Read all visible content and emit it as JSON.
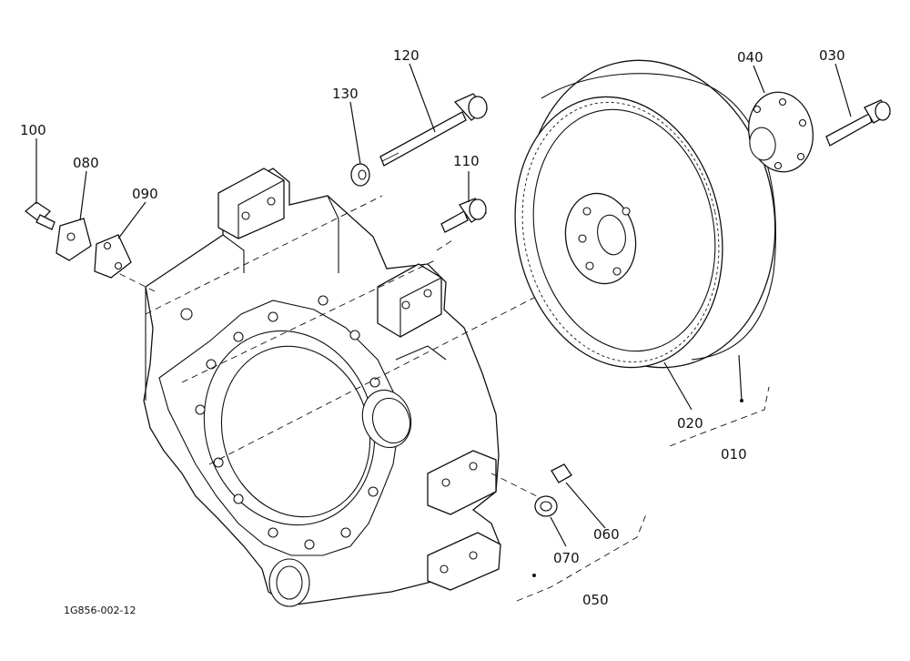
{
  "diagram": {
    "reference_code": "1G856-002-12",
    "parts": [
      {
        "id": "part-010",
        "number": "010"
      },
      {
        "id": "part-020",
        "number": "020"
      },
      {
        "id": "part-030",
        "number": "030"
      },
      {
        "id": "part-040",
        "number": "040"
      },
      {
        "id": "part-050",
        "number": "050"
      },
      {
        "id": "part-060",
        "number": "060"
      },
      {
        "id": "part-070",
        "number": "070"
      },
      {
        "id": "part-080",
        "number": "080"
      },
      {
        "id": "part-090",
        "number": "090"
      },
      {
        "id": "part-100",
        "number": "100"
      },
      {
        "id": "part-110",
        "number": "110"
      },
      {
        "id": "part-120",
        "number": "120"
      },
      {
        "id": "part-130",
        "number": "130"
      }
    ]
  }
}
